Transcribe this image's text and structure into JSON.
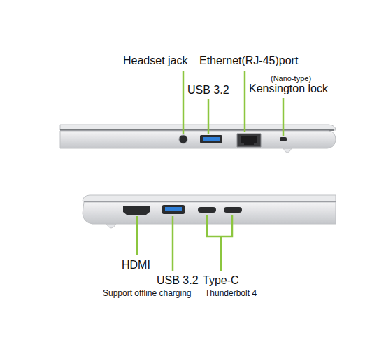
{
  "diagram": {
    "labels": [
      "Headset jack",
      "Ethernet(RJ-45)port",
      "USB 3.2",
      "(Nano-type)",
      "Kensington lock",
      "HDMI",
      "USB 3.2",
      "Support offline charging",
      "Type-C",
      "Thunderbolt 4"
    ]
  }
}
